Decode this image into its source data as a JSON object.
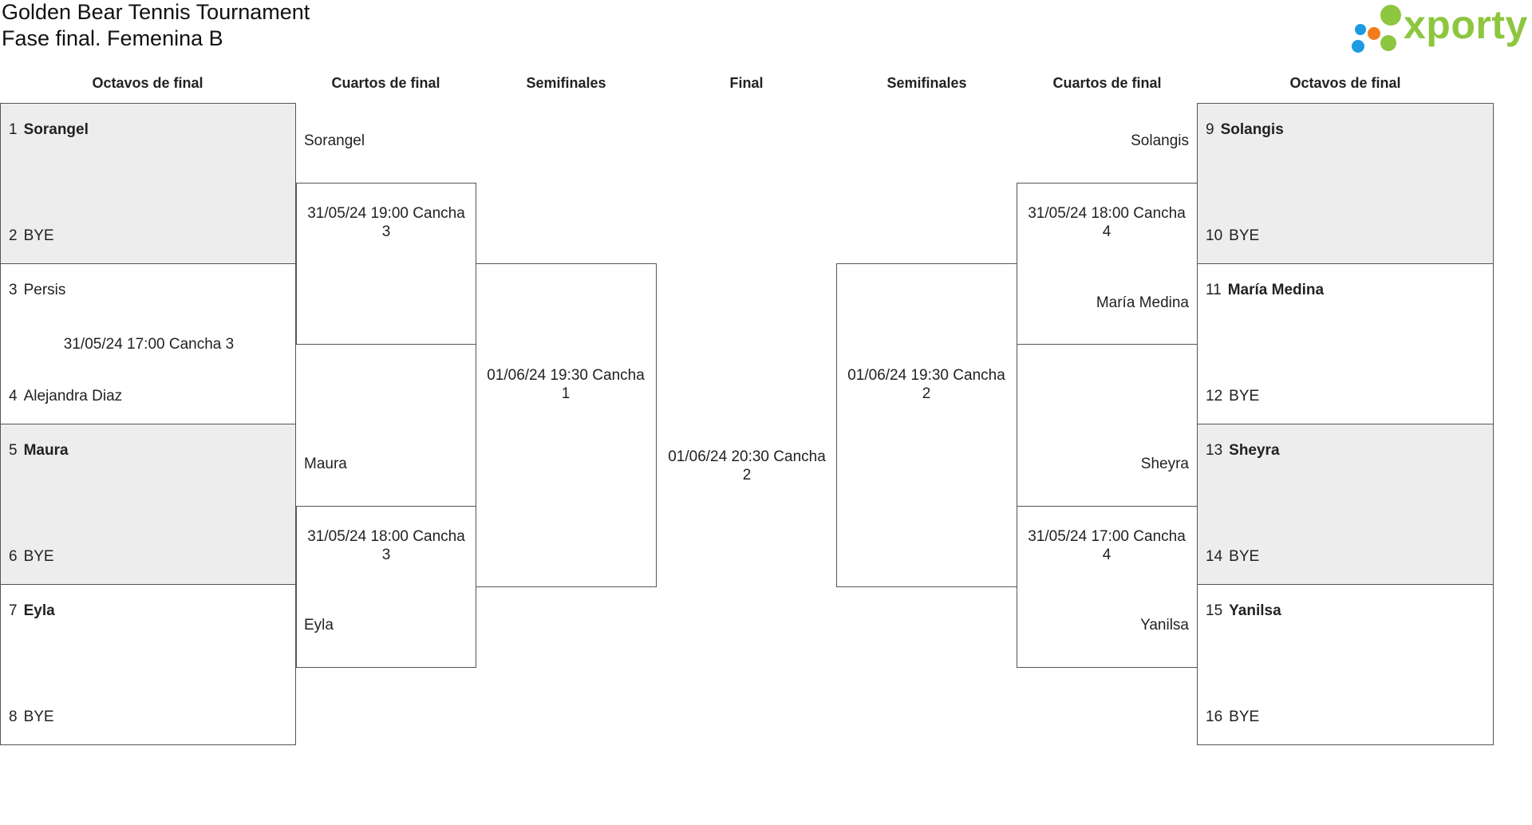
{
  "header": {
    "title": "Golden Bear Tennis Tournament",
    "subtitle": "Fase final. Femenina B",
    "logo_text": "xporty"
  },
  "columns": {
    "left_octavos": "Octavos de final",
    "left_cuartos": "Cuartos de final",
    "left_semis": "Semifinales",
    "final": "Final",
    "right_semis": "Semifinales",
    "right_cuartos": "Cuartos de final",
    "right_octavos": "Octavos de final"
  },
  "octavos_left": [
    {
      "top": {
        "num": "1",
        "name": "Sorangel"
      },
      "bottom": {
        "num": "2",
        "name": "BYE"
      },
      "schedule": ""
    },
    {
      "top": {
        "num": "3",
        "name": "Persis"
      },
      "bottom": {
        "num": "4",
        "name": "Alejandra Diaz"
      },
      "schedule": "31/05/24 17:00 Cancha 3"
    },
    {
      "top": {
        "num": "5",
        "name": "Maura"
      },
      "bottom": {
        "num": "6",
        "name": "BYE"
      },
      "schedule": ""
    },
    {
      "top": {
        "num": "7",
        "name": "Eyla"
      },
      "bottom": {
        "num": "8",
        "name": "BYE"
      },
      "schedule": ""
    }
  ],
  "octavos_right": [
    {
      "top": {
        "num": "9",
        "name": "Solangis"
      },
      "bottom": {
        "num": "10",
        "name": "BYE"
      },
      "schedule": ""
    },
    {
      "top": {
        "num": "11",
        "name": "María Medina"
      },
      "bottom": {
        "num": "12",
        "name": "BYE"
      },
      "schedule": ""
    },
    {
      "top": {
        "num": "13",
        "name": "Sheyra"
      },
      "bottom": {
        "num": "14",
        "name": "BYE"
      },
      "schedule": ""
    },
    {
      "top": {
        "num": "15",
        "name": "Yanilsa"
      },
      "bottom": {
        "num": "16",
        "name": "BYE"
      },
      "schedule": ""
    }
  ],
  "cuartos_left": [
    {
      "top_name": "Sorangel",
      "bottom_name": "",
      "schedule": "31/05/24 19:00 Cancha 3"
    },
    {
      "top_name": "Maura",
      "bottom_name": "Eyla",
      "schedule": "31/05/24 18:00 Cancha 3"
    }
  ],
  "cuartos_right": [
    {
      "top_name": "Solangis",
      "bottom_name": "María Medina",
      "schedule": "31/05/24 18:00 Cancha 4"
    },
    {
      "top_name": "Sheyra",
      "bottom_name": "Yanilsa",
      "schedule": "31/05/24 17:00 Cancha 4"
    }
  ],
  "semis_left": {
    "schedule": "01/06/24 19:30 Cancha 1"
  },
  "semis_right": {
    "schedule": "01/06/24 19:30 Cancha 2"
  },
  "final": {
    "schedule": "01/06/24 20:30 Cancha 2"
  },
  "colors": {
    "line": "#555555",
    "bye_fill": "#ededed",
    "logo_green": "#8dc63f",
    "logo_blue": "#1e9be0",
    "logo_orange": "#f07d1a"
  }
}
